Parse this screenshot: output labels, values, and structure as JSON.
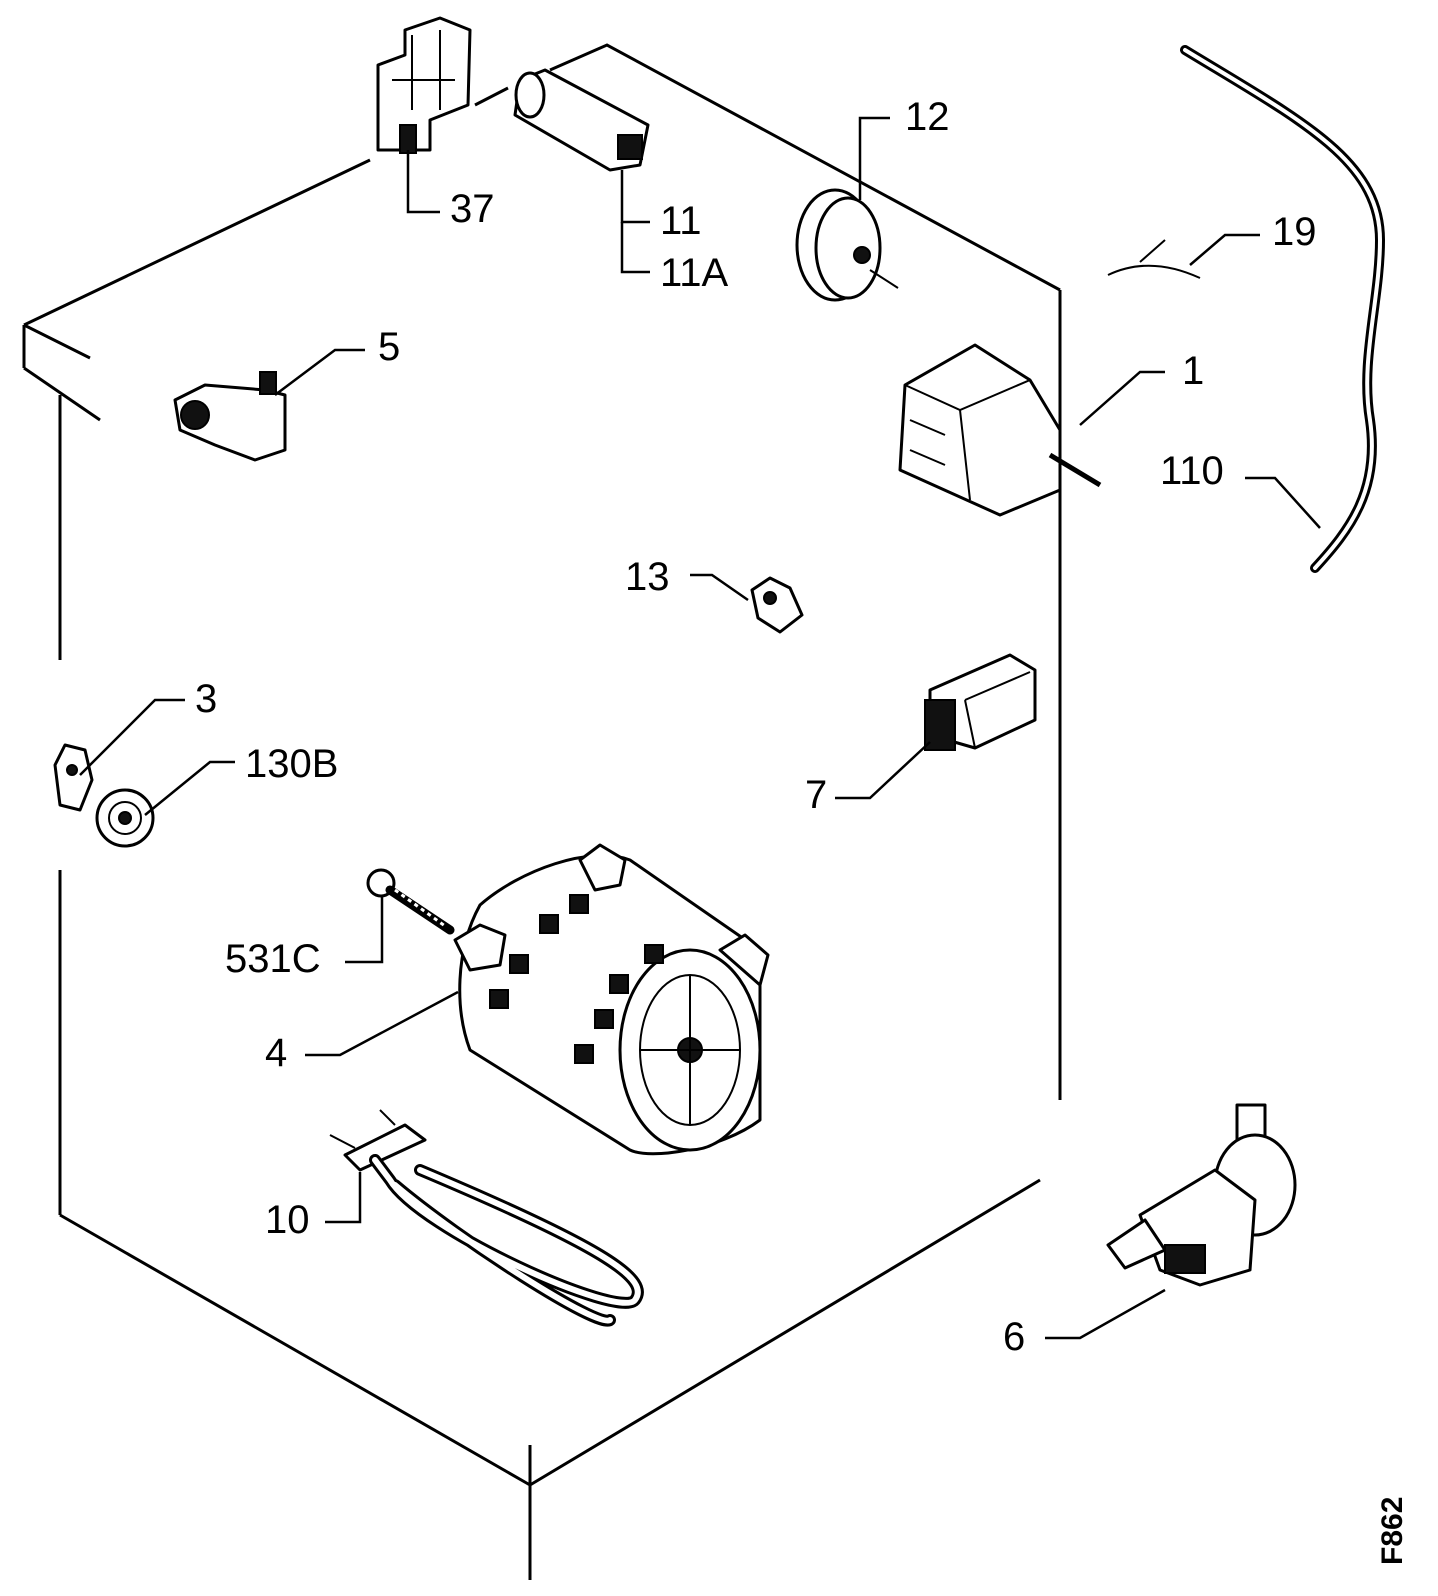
{
  "labels": {
    "p37": "37",
    "p11": "11",
    "p11a": "11A",
    "p12": "12",
    "p19": "19",
    "p5": "5",
    "p1": "1",
    "p110": "110",
    "p13": "13",
    "p3": "3",
    "p130b": "130B",
    "p7": "7",
    "p531c": "531C",
    "p4": "4",
    "p10": "10",
    "p6": "6"
  },
  "figure_code": "F862"
}
